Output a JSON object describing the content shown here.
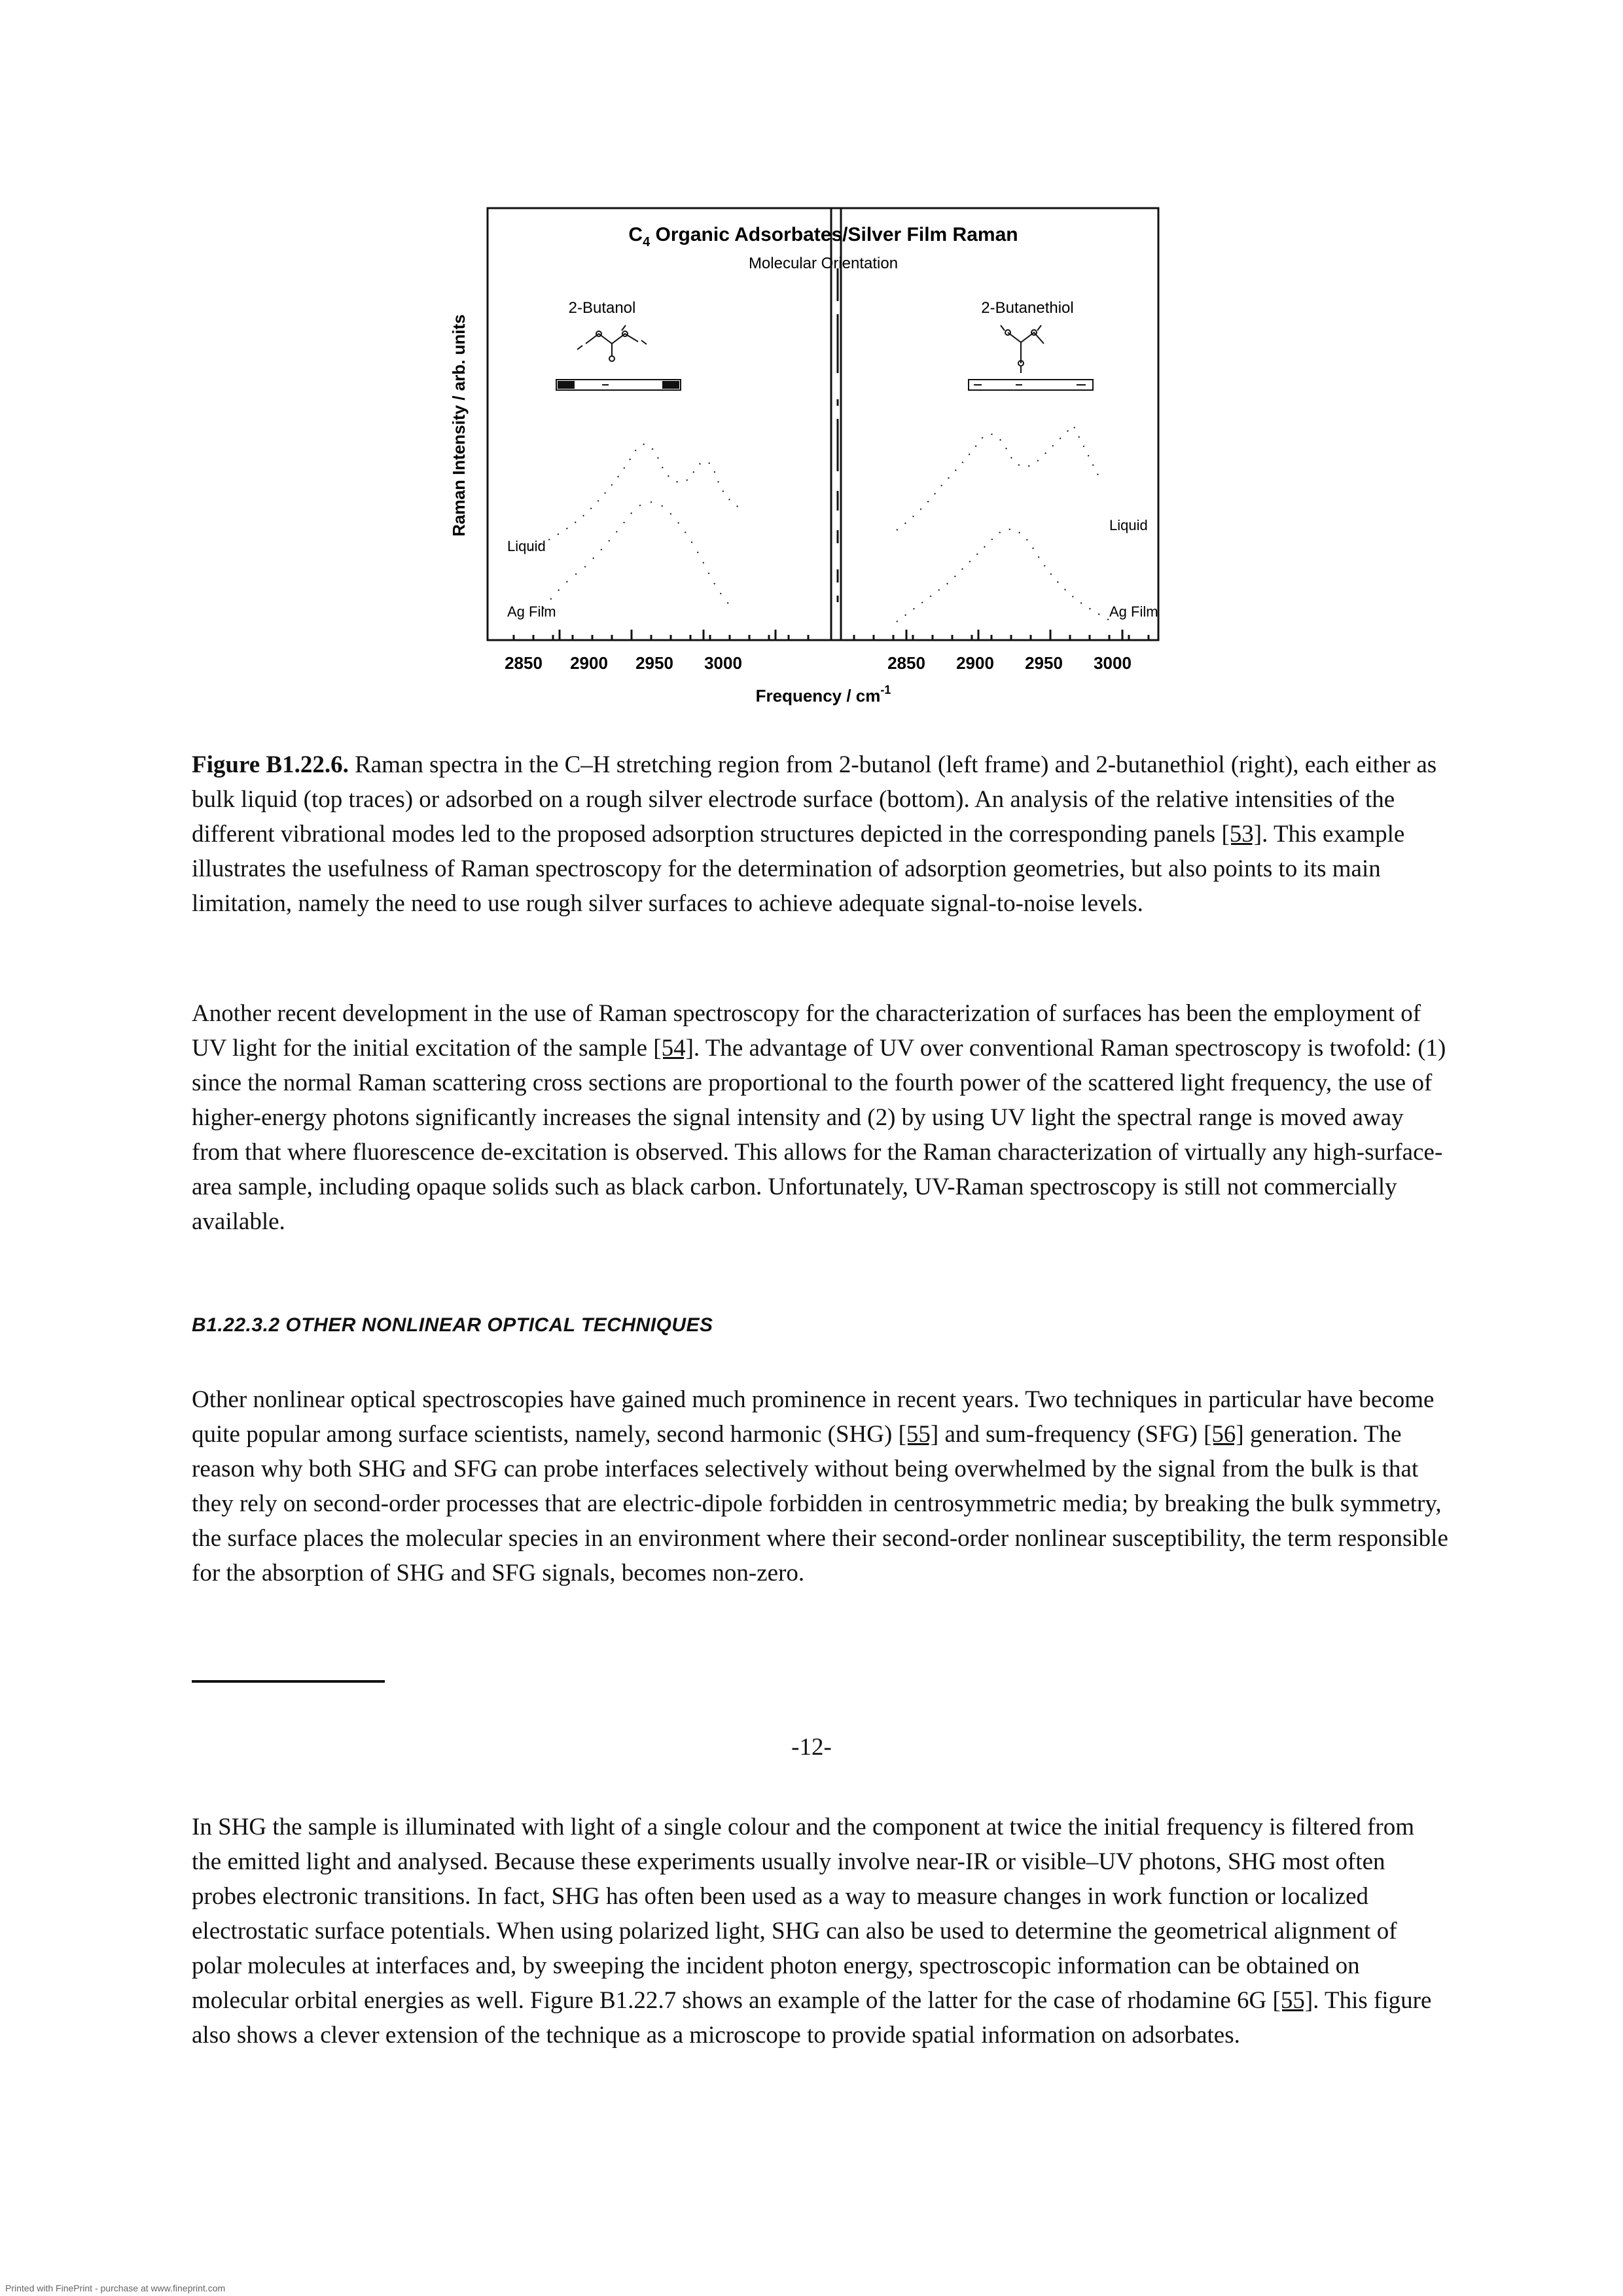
{
  "figure": {
    "title_main": "C",
    "title_sub": "4",
    "title_rest": " Organic Adsorbates/Silver Film Raman",
    "subtitle": "Molecular Orientation",
    "ylabel": "Raman Intensity / arb. units",
    "xlabel": "Frequency / cm",
    "xlabel_sup": "-1",
    "left_panel": {
      "name": "2-Butanol",
      "trace_top": "Liquid",
      "trace_bottom": "Ag Film"
    },
    "right_panel": {
      "name": "2-Butanethiol",
      "trace_top": "Liquid",
      "trace_bottom": "Ag Film"
    },
    "left_ticks": [
      "2850",
      "2900",
      "2950",
      "3000"
    ],
    "right_ticks": [
      "2850",
      "2900",
      "2950",
      "3000"
    ]
  },
  "caption": {
    "label": "Figure B1.22.6.",
    "text_1": " Raman spectra in the C–H stretching region from 2-butanol (left frame) and 2-butanethiol (right), each either as bulk liquid (top traces) or adsorbed on a rough silver electrode surface (bottom). An analysis of the relative intensities of the different vibrational modes led to the proposed adsorption structures depicted in the corresponding panels ",
    "ref": "[53]",
    "text_2": ". This example illustrates the usefulness of Raman spectroscopy for the determination of adsorption geometries, but also points to its main limitation, namely the need to use rough silver surfaces to achieve adequate signal-to-noise levels."
  },
  "p1": {
    "text_1": "Another recent development in the use of Raman spectroscopy for the characterization of surfaces has been the employment of UV light for the initial excitation of the sample ",
    "ref": "[54]",
    "text_2": ". The advantage of UV over conventional Raman spectroscopy is twofold: (1) since the normal Raman scattering cross sections are proportional to the fourth power of the scattered light frequency, the use of higher-energy photons significantly increases the signal intensity and (2) by using UV light the spectral range is moved away from that where fluorescence de-excitation is observed. This allows for the Raman characterization of virtually any high-surface-area sample, including opaque solids such as black carbon. Unfortunately, UV-Raman spectroscopy is still not commercially available."
  },
  "section_heading": "B1.22.3.2 OTHER NONLINEAR OPTICAL TECHNIQUES",
  "p2": {
    "text_1": "Other nonlinear optical spectroscopies have gained much prominence in recent years. Two techniques in particular have become quite popular among surface scientists, namely, second harmonic (SHG) ",
    "ref_1": "[55]",
    "text_2": " and sum-frequency (SFG) ",
    "ref_2": "[56]",
    "text_3": " generation. The reason why both SHG and SFG can probe interfaces selectively without being overwhelmed by the signal from the bulk is that they rely on second-order processes that are electric-dipole forbidden in centrosymmetric media; by breaking the bulk symmetry, the surface places the molecular species in an environment where their second-order nonlinear susceptibility, the term responsible for the absorption of SHG and SFG signals, becomes non-zero."
  },
  "page_number": "-12-",
  "p3": {
    "text_1": "In SHG the sample is illuminated with light of a single colour and the component at twice the initial frequency is filtered from the emitted light and analysed. Because these experiments usually involve near-IR or visible–UV photons, SHG most often probes electronic transitions. In fact, SHG has often been used as a way to measure changes in work function or localized electrostatic surface potentials. When using polarized light, SHG can also be used to determine the geometrical alignment of polar molecules at interfaces and, by sweeping the incident photon energy, spectroscopic information can be obtained on molecular orbital energies as well. Figure B1.22.7 shows an example of the latter for the case of rhodamine 6G ",
    "ref": "[55]",
    "text_2": ". This figure also shows a clever extension of the technique as a microscope to provide spatial information on adsorbates."
  },
  "print_footer": "Printed with FinePrint - purchase at www.fineprint.com"
}
